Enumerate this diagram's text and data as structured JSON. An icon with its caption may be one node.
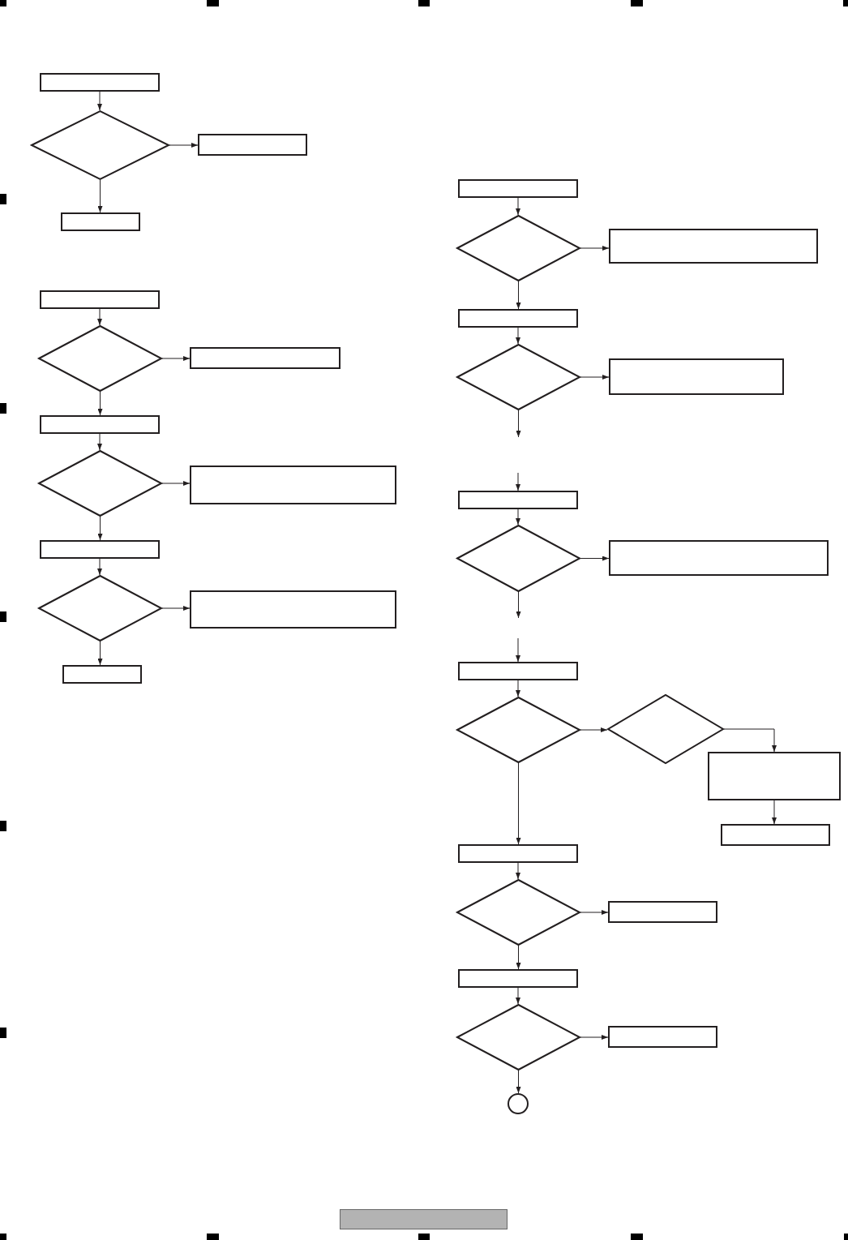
{
  "diagram": {
    "nodes": [
      {
        "text": [],
        "shape": "box"
      },
      {
        "text": [],
        "shape": "diamond"
      },
      {
        "text": [],
        "shape": "box"
      },
      {
        "text": [],
        "shape": "box"
      },
      {
        "text": [],
        "shape": "box"
      },
      {
        "text": [],
        "shape": "diamond"
      },
      {
        "text": [],
        "shape": "box"
      },
      {
        "text": [],
        "shape": "box"
      },
      {
        "text": [],
        "shape": "diamond"
      },
      {
        "text": [],
        "shape": "box"
      },
      {
        "text": [],
        "shape": "box"
      },
      {
        "text": [],
        "shape": "diamond"
      },
      {
        "text": [],
        "shape": "box"
      },
      {
        "text": [],
        "shape": "box"
      },
      {
        "text": [],
        "shape": "box"
      },
      {
        "text": [],
        "shape": "diamond"
      },
      {
        "text": [],
        "shape": "box"
      },
      {
        "text": [],
        "shape": "box"
      },
      {
        "text": [],
        "shape": "diamond"
      },
      {
        "text": [],
        "shape": "box"
      },
      {
        "text": [],
        "shape": "box"
      },
      {
        "text": [],
        "shape": "diamond"
      },
      {
        "text": [],
        "shape": "box"
      },
      {
        "text": [],
        "shape": "box"
      },
      {
        "text": [],
        "shape": "diamond"
      },
      {
        "text": [],
        "shape": "diamond"
      },
      {
        "text": [],
        "shape": "box"
      },
      {
        "text": [],
        "shape": "box"
      },
      {
        "text": [],
        "shape": "box"
      },
      {
        "text": [],
        "shape": "diamond"
      },
      {
        "text": [],
        "shape": "box"
      },
      {
        "text": [],
        "shape": "box"
      },
      {
        "text": [],
        "shape": "diamond"
      },
      {
        "text": [],
        "shape": "box"
      },
      {
        "text": [],
        "shape": "circle"
      }
    ],
    "edges": [
      {
        "from": 0,
        "to": 1,
        "arrow": "to"
      },
      {
        "from": 1,
        "to": 2,
        "arrow": "to"
      },
      {
        "from": 1,
        "to": 3,
        "arrow": "to"
      },
      {
        "from": 4,
        "to": 5,
        "arrow": "to"
      },
      {
        "from": 5,
        "to": 6,
        "arrow": "to"
      },
      {
        "from": 5,
        "to": 7,
        "arrow": "to"
      },
      {
        "from": 7,
        "to": 8,
        "arrow": "to"
      },
      {
        "from": 8,
        "to": 9,
        "arrow": "to"
      },
      {
        "from": 8,
        "to": 10,
        "arrow": "to"
      },
      {
        "from": 10,
        "to": 11,
        "arrow": "to"
      },
      {
        "from": 11,
        "to": 12,
        "arrow": "to"
      },
      {
        "from": 11,
        "to": 13,
        "arrow": "to"
      },
      {
        "from": 14,
        "to": 15,
        "arrow": "to"
      },
      {
        "from": 15,
        "to": 16,
        "arrow": "to"
      },
      {
        "from": 15,
        "to": 17,
        "arrow": "to"
      },
      {
        "from": 17,
        "to": 18,
        "arrow": "to"
      },
      {
        "from": 18,
        "to": 19,
        "arrow": "to"
      },
      {
        "from": 18,
        "to": null,
        "arrow": "to"
      },
      {
        "from": null,
        "to": 20,
        "arrow": "to"
      },
      {
        "from": 20,
        "to": 21,
        "arrow": "to"
      },
      {
        "from": 21,
        "to": 22,
        "arrow": "to"
      },
      {
        "from": 21,
        "to": null,
        "arrow": "to"
      },
      {
        "from": null,
        "to": 23,
        "arrow": "to"
      },
      {
        "from": 23,
        "to": 24,
        "arrow": "to"
      },
      {
        "from": 24,
        "to": 25,
        "arrow": "to"
      },
      {
        "from": 25,
        "to": 26,
        "arrow": "to"
      },
      {
        "from": 26,
        "to": 27,
        "arrow": "to"
      },
      {
        "from": 24,
        "to": 28,
        "arrow": "to"
      },
      {
        "from": 28,
        "to": 29,
        "arrow": "to"
      },
      {
        "from": 29,
        "to": 30,
        "arrow": "to"
      },
      {
        "from": 29,
        "to": 31,
        "arrow": "to"
      },
      {
        "from": 31,
        "to": 32,
        "arrow": "to"
      },
      {
        "from": 32,
        "to": 33,
        "arrow": "to"
      },
      {
        "from": 32,
        "to": 34,
        "arrow": "to"
      }
    ]
  }
}
